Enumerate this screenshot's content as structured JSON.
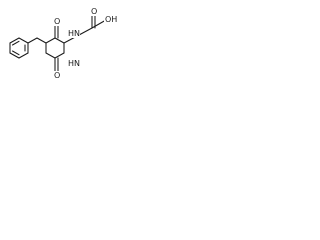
{
  "atoms": {
    "n_top": "N",
    "h_top": "H",
    "n_bottom": "H",
    "h_bottom": "N",
    "o_left": "O",
    "o_right": "O",
    "o_acid_carbonyl": "O",
    "oh_acid": "OH"
  },
  "colors": {
    "bond": "#1a1a1a",
    "background": "#ffffff"
  }
}
